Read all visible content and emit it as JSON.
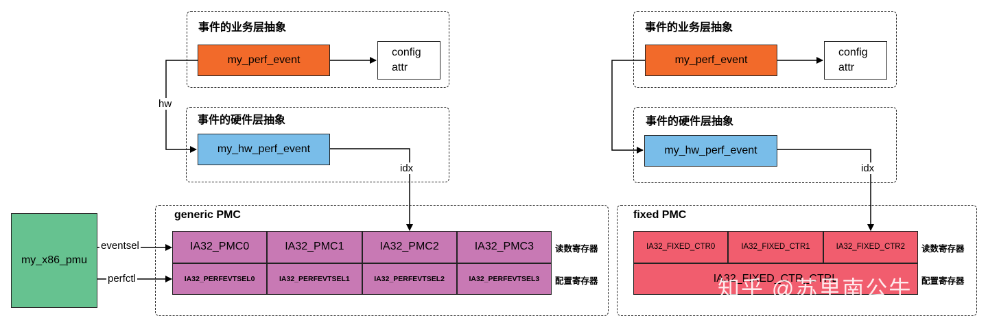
{
  "left_panel": {
    "event_group_title": "事件的业务层抽象",
    "perf_event_label": "my_perf_event",
    "config_line1": "config",
    "config_line2": "attr",
    "hw_edge_label": "hw",
    "hw_group_title": "事件的硬件层抽象",
    "hw_perf_event_label": "my_hw_perf_event",
    "idx_edge_label": "idx"
  },
  "right_panel": {
    "event_group_title": "事件的业务层抽象",
    "perf_event_label": "my_perf_event",
    "config_line1": "config",
    "config_line2": "attr",
    "hw_group_title": "事件的硬件层抽象",
    "hw_perf_event_label": "my_hw_perf_event",
    "idx_edge_label": "idx"
  },
  "pmu": {
    "label": "my_x86_pmu",
    "eventsel_label": "eventsel",
    "perfctl_label": "perfctl"
  },
  "generic_pmc": {
    "title": "generic PMC",
    "counters": [
      "IA32_PMC0",
      "IA32_PMC1",
      "IA32_PMC2",
      "IA32_PMC3"
    ],
    "selectors": [
      "IA32_PERFEVTSEL0",
      "IA32_PERFEVTSEL1",
      "IA32_PERFEVTSEL2",
      "IA32_PERFEVTSEL3"
    ],
    "read_reg_label": "读数寄存器",
    "config_reg_label": "配置寄存器"
  },
  "fixed_pmc": {
    "title": "fixed PMC",
    "counters": [
      "IA32_FIXED_CTR0",
      "IA32_FIXED_CTR1",
      "IA32_FIXED_CTR2"
    ],
    "ctrl_label": "IA32_FIXED_CTR_CTRL",
    "read_reg_label": "读数寄存器",
    "config_reg_label": "配置寄存器"
  },
  "watermark": "知乎 @苏里南公牛",
  "colors": {
    "orange": "#f26a2a",
    "blue": "#79bde9",
    "green": "#66c290",
    "pink": "#c879b4",
    "red": "#f15d6e"
  }
}
